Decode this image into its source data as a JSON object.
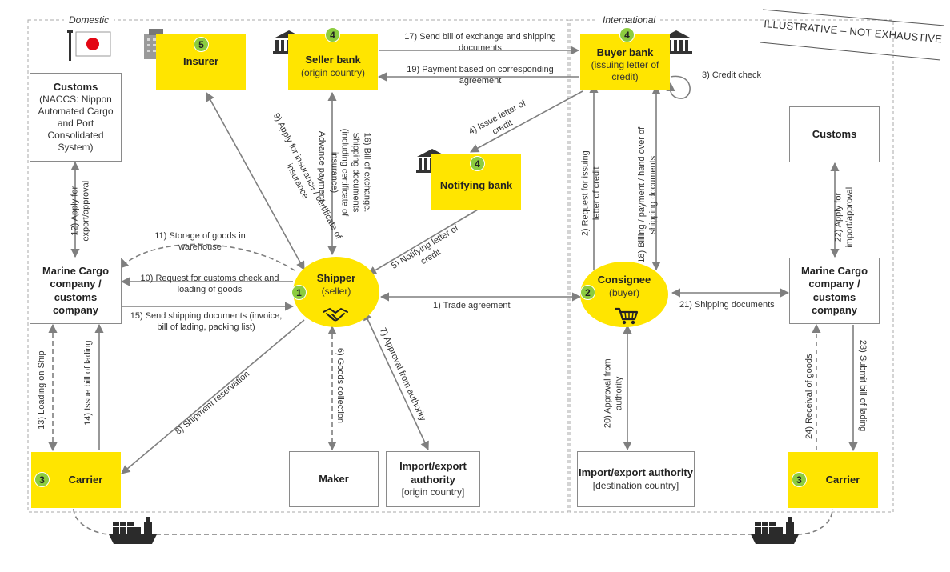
{
  "regions": {
    "domestic": "Domestic",
    "international": "International"
  },
  "disclaimer": "ILLUSTRATIVE – NOT EXHAUSTIVE",
  "nodes": {
    "insurer": {
      "num": "5",
      "title": "Insurer"
    },
    "seller_bank": {
      "num": "4",
      "title": "Seller bank",
      "sub": "(origin country)"
    },
    "buyer_bank": {
      "num": "4",
      "title": "Buyer bank",
      "sub": "(issuing letter of credit)"
    },
    "notifying_bank": {
      "num": "4",
      "title": "Notifying bank"
    },
    "customs_domestic": {
      "title": "Customs",
      "sub": "(NACCS: Nippon Automated Cargo and Port Consolidated System)"
    },
    "customs_international": {
      "title": "Customs"
    },
    "marine_domestic": {
      "title": "Marine Cargo company / customs company"
    },
    "marine_international": {
      "title": "Marine Cargo company / customs company"
    },
    "shipper": {
      "num": "1",
      "title": "Shipper",
      "sub": "(seller)"
    },
    "consignee": {
      "num": "2",
      "title": "Consignee",
      "sub": "(buyer)"
    },
    "carrier_domestic": {
      "num": "3",
      "title": "Carrier"
    },
    "carrier_international": {
      "num": "3",
      "title": "Carrier"
    },
    "maker": {
      "title": "Maker"
    },
    "authority_origin": {
      "title": "Import/export authority",
      "sub": "[origin country]"
    },
    "authority_destination": {
      "title": "Import/export authority",
      "sub": "[destination country]"
    }
  },
  "flows": {
    "f1": "1) Trade agreement",
    "f2": "2) Request for issuing letter of credit",
    "f3": "3) Credit check",
    "f4": "4) Issue letter of credit",
    "f5": "5) Notifying letter of credit",
    "f6": "6) Goods collection",
    "f7": "7) Approval from authority",
    "f8": "8) Shipment reservation",
    "f9": "9) Apply for insurance / certificate of insurance",
    "f10": "10) Request for customs check and loading of goods",
    "f11": "11) Storage of goods in warehouse",
    "f12": "12) Apply for export/approval",
    "f13": "13) Loading on Ship",
    "f14": "14) Issue bill of lading",
    "f15": "15) Send shipping documents (invoice, bill of lading, packing list)",
    "f16": "16) Bill of exchange. Shipping documents (including certificate of insurance)",
    "f17": "17) Send bill of exchange and shipping documents",
    "f18": "18) Billing / payment / hand over of shipping documents",
    "f19": "19) Payment based on corresponding agreement",
    "f20": "20) Approval from authority",
    "f21": "21) Shipping documents",
    "f22": "22) Apply for import/approval",
    "f23": "23) Submit bill of lading",
    "f24": "24) Receival of goods",
    "advance": "Advance payment"
  }
}
